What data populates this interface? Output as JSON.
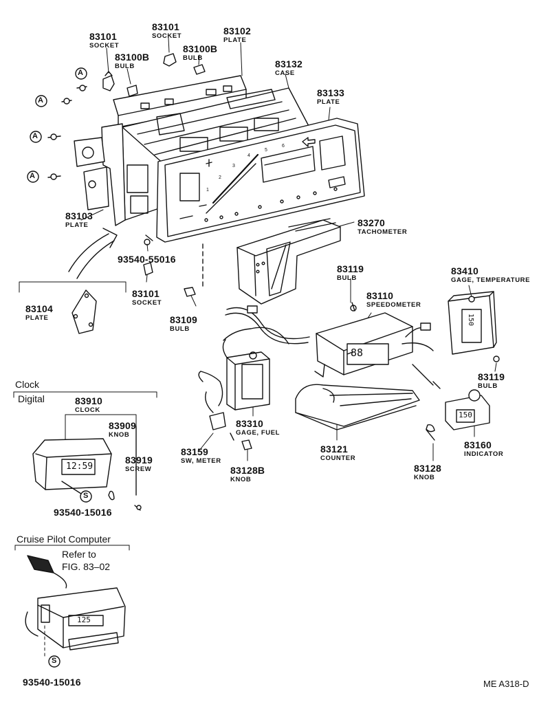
{
  "parts": [
    {
      "id": "p83101a",
      "number": "83101",
      "name": "SOCKET"
    },
    {
      "id": "p83100Ba",
      "number": "83100B",
      "name": "BULB"
    },
    {
      "id": "p83101b",
      "number": "83101",
      "name": "SOCKET"
    },
    {
      "id": "p83100Bb",
      "number": "83100B",
      "name": "BULB"
    },
    {
      "id": "p83102",
      "number": "83102",
      "name": "PLATE"
    },
    {
      "id": "p83132",
      "number": "83132",
      "name": "CASE"
    },
    {
      "id": "p83133",
      "number": "83133",
      "name": "PLATE"
    },
    {
      "id": "p83103",
      "number": "83103",
      "name": "PLATE"
    },
    {
      "id": "p93540_55016",
      "number": "93540-55016",
      "name": ""
    },
    {
      "id": "p83270",
      "number": "83270",
      "name": "TACHOMETER"
    },
    {
      "id": "p83101c",
      "number": "83101",
      "name": "SOCKET"
    },
    {
      "id": "p83104",
      "number": "83104",
      "name": "PLATE"
    },
    {
      "id": "p83109",
      "number": "83109",
      "name": "BULB"
    },
    {
      "id": "p83119a",
      "number": "83119",
      "name": "BULB"
    },
    {
      "id": "p83110",
      "number": "83110",
      "name": "SPEEDOMETER"
    },
    {
      "id": "p83410",
      "number": "83410",
      "name": "GAGE, TEMPERATURE"
    },
    {
      "id": "p83119b",
      "number": "83119",
      "name": "BULB"
    },
    {
      "id": "p83910",
      "number": "83910",
      "name": "CLOCK"
    },
    {
      "id": "p83909",
      "number": "83909",
      "name": "KNOB"
    },
    {
      "id": "p83919",
      "number": "83919",
      "name": "SCREW"
    },
    {
      "id": "p83310",
      "number": "83310",
      "name": "GAGE, FUEL"
    },
    {
      "id": "p83159",
      "number": "83159",
      "name": "SW, METER"
    },
    {
      "id": "p83128B",
      "number": "83128B",
      "name": "KNOB"
    },
    {
      "id": "p83121",
      "number": "83121",
      "name": "COUNTER"
    },
    {
      "id": "p83128",
      "number": "83128",
      "name": "KNOB"
    },
    {
      "id": "p83160",
      "number": "83160",
      "name": "INDICATOR"
    },
    {
      "id": "p93540_15016a",
      "number": "93540-15016",
      "name": ""
    },
    {
      "id": "p93540_15016b",
      "number": "93540-15016",
      "name": ""
    }
  ],
  "sections": {
    "clock_title": "Clock",
    "clock_sub": "Digital",
    "cruise_title": "Cruise Pilot Computer",
    "refer_line1": "Refer to",
    "refer_line2": "FIG. 83–02"
  },
  "markers": {
    "a": "A",
    "s": "S"
  },
  "displays": {
    "clock": "12:59",
    "speedometer": "88",
    "temperature": "150",
    "indicator": "150",
    "cruise": "125"
  },
  "figure_code": "ME A318-D"
}
